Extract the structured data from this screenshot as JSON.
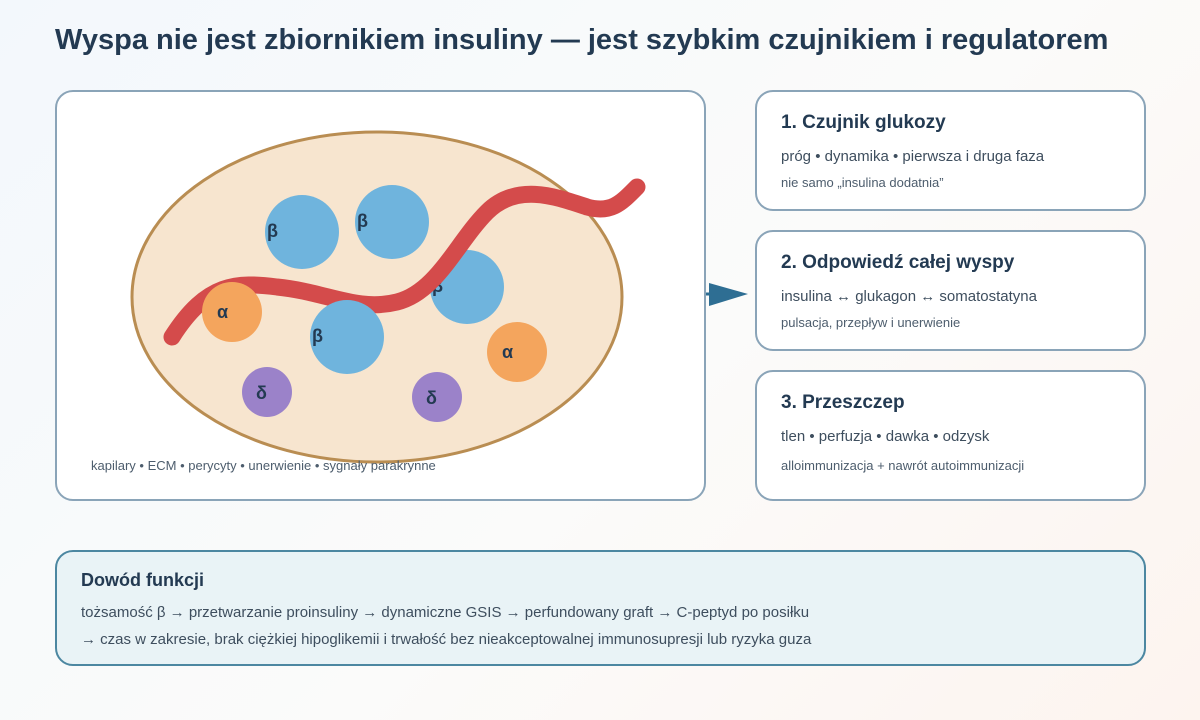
{
  "title": "Wyspa nie jest zbiornikiem insuliny — jest szybkim czujnikiem i regulatorem",
  "islet": {
    "caption": "kapilary • ECM • perycyty • unerwienie • sygnały parakrynne",
    "cells": [
      {
        "type": "beta",
        "label": "β"
      },
      {
        "type": "beta",
        "label": "β"
      },
      {
        "type": "beta",
        "label": "β"
      },
      {
        "type": "beta",
        "label": "β"
      },
      {
        "type": "alpha",
        "label": "α"
      },
      {
        "type": "alpha",
        "label": "α"
      },
      {
        "type": "delta",
        "label": "δ"
      },
      {
        "type": "delta",
        "label": "δ"
      }
    ]
  },
  "cards": [
    {
      "title": "1. Czujnik glukozy",
      "line": "próg • dynamika • pierwsza i druga faza",
      "sub": "nie samo „insulina dodatnia”"
    },
    {
      "title": "2. Odpowiedź całej wyspy",
      "line": "insulina ↔ glukagon ↔ somatostatyna",
      "sub": "pulsacja, przepływ i unerwienie"
    },
    {
      "title": "3. Przeszczep",
      "line": "tlen • perfuzja • dawka • odzysk",
      "sub": "alloimmunizacja + nawrót autoimmunizacji"
    }
  ],
  "proof": {
    "title": "Dowód funkcji",
    "line1": "tożsamość β → przetwarzanie proinsuliny → dynamiczne GSIS → perfundowany graft → C-peptyd po posiłku",
    "line2": "→ czas w zakresie, brak ciężkiej hipoglikemii i trwałość bez nieakceptowalnej immunosupresji lub ryzyka guza"
  },
  "colors": {
    "beta": "#6fb4dd",
    "alpha": "#f4a55d",
    "delta": "#9b82c9",
    "vessel": "#d44b4b",
    "islet_fill": "#f7e5cf",
    "islet_stroke": "#b98d52",
    "arrow": "#2e6e93"
  }
}
